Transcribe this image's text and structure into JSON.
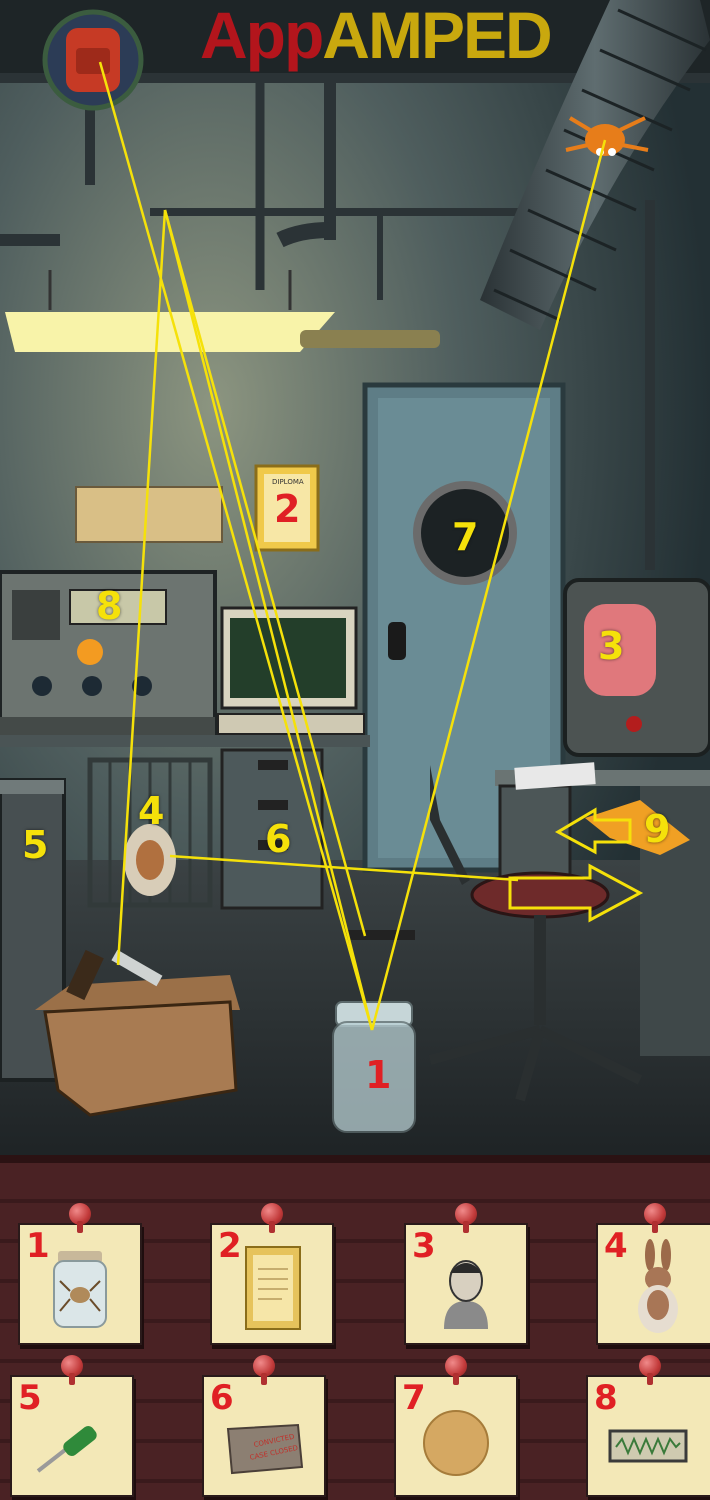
{
  "logo": {
    "part1": "App",
    "part2": "AMPED"
  },
  "scene_markers": [
    {
      "id": "1",
      "color": "red"
    },
    {
      "id": "2",
      "color": "red"
    },
    {
      "id": "3",
      "color": "yellow"
    },
    {
      "id": "4",
      "color": "yellow"
    },
    {
      "id": "5",
      "color": "yellow"
    },
    {
      "id": "6",
      "color": "yellow"
    },
    {
      "id": "7",
      "color": "yellow"
    },
    {
      "id": "8",
      "color": "yellow"
    },
    {
      "id": "9",
      "color": "yellow"
    }
  ],
  "inventory": {
    "items": [
      {
        "num": "1",
        "icon": "jar-with-spider-icon"
      },
      {
        "num": "2",
        "icon": "document-scroll-icon"
      },
      {
        "num": "3",
        "icon": "man-portrait-icon"
      },
      {
        "num": "4",
        "icon": "rabbit-icon"
      },
      {
        "num": "5",
        "icon": "screwdriver-icon"
      },
      {
        "num": "6",
        "icon": "case-closed-folder-icon",
        "stamp": "CONVICTED CASE CLOSED"
      },
      {
        "num": "7",
        "icon": "round-disc-icon"
      },
      {
        "num": "8",
        "icon": "waveform-plate-icon"
      }
    ]
  },
  "colors": {
    "hint_line": "#f5e10a",
    "marker_red": "#e02024",
    "card_bg": "#f3e8b7"
  }
}
